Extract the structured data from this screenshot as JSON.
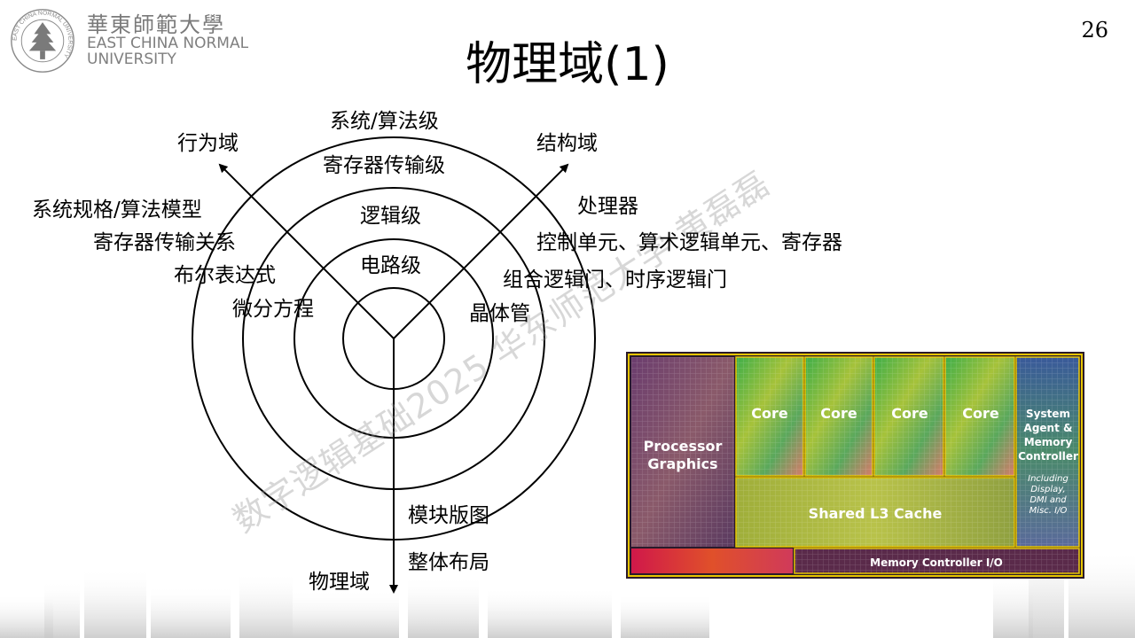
{
  "page_number": "26",
  "logo": {
    "cn": "華東師範大學",
    "en_line1": "EAST CHINA NORMAL",
    "en_line2": "UNIVERSITY",
    "ring_text": "EAST CHINA NORMAL UNIVERSITY"
  },
  "title": "物理域(1)",
  "watermark": "数字逻辑基础2025 华东师范大学 黄磊磊",
  "ychart": {
    "axes": {
      "behavior": "行为域",
      "structure": "结构域",
      "physical": "物理域"
    },
    "levels": [
      "系统/算法级",
      "寄存器传输级",
      "逻辑级",
      "电路级"
    ],
    "behavior_items": [
      "系统规格/算法模型",
      "寄存器传输关系",
      "布尔表达式",
      "微分方程"
    ],
    "structure_items": [
      "处理器",
      "控制单元、算术逻辑单元、寄存器",
      "组合逻辑门、时序逻辑门",
      "晶体管"
    ],
    "physical_items": [
      "模块版图",
      "整体布局"
    ]
  },
  "die": {
    "graphics": [
      "Processor",
      "Graphics"
    ],
    "cores": [
      "Core",
      "Core",
      "Core",
      "Core"
    ],
    "agent": [
      "System",
      "Agent &",
      "Memory",
      "Controller"
    ],
    "agent_sub": [
      "Including",
      "Display,",
      "DMI and",
      "Misc. I/O"
    ],
    "cache": "Shared L3 Cache",
    "memio": "Memory Controller I/O"
  },
  "colors": {
    "die_border": "#e6c400",
    "die_label": "#ffffff"
  }
}
